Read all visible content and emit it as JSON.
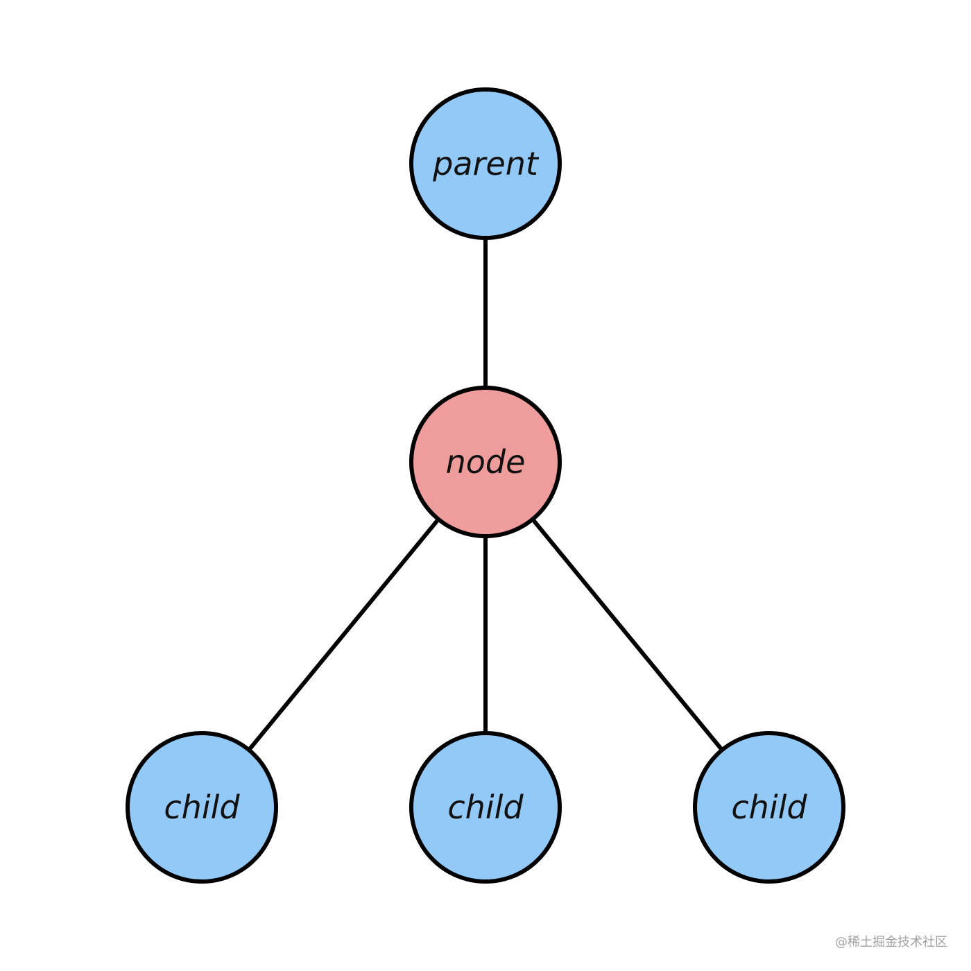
{
  "diagram": {
    "colors": {
      "parent_fill": "#93c9f7",
      "node_fill": "#ef9c9c",
      "child_fill": "#93c9f7",
      "stroke": "#000000"
    },
    "nodes": [
      {
        "id": "parent",
        "label": "parent",
        "role": "parent"
      },
      {
        "id": "node",
        "label": "node",
        "role": "node"
      },
      {
        "id": "child-1",
        "label": "child",
        "role": "child"
      },
      {
        "id": "child-2",
        "label": "child",
        "role": "child"
      },
      {
        "id": "child-3",
        "label": "child",
        "role": "child"
      }
    ],
    "edges": [
      {
        "from": "parent",
        "to": "node"
      },
      {
        "from": "node",
        "to": "child-1"
      },
      {
        "from": "node",
        "to": "child-2"
      },
      {
        "from": "node",
        "to": "child-3"
      }
    ]
  },
  "watermark": {
    "text": "@稀土掘金技术社区"
  }
}
